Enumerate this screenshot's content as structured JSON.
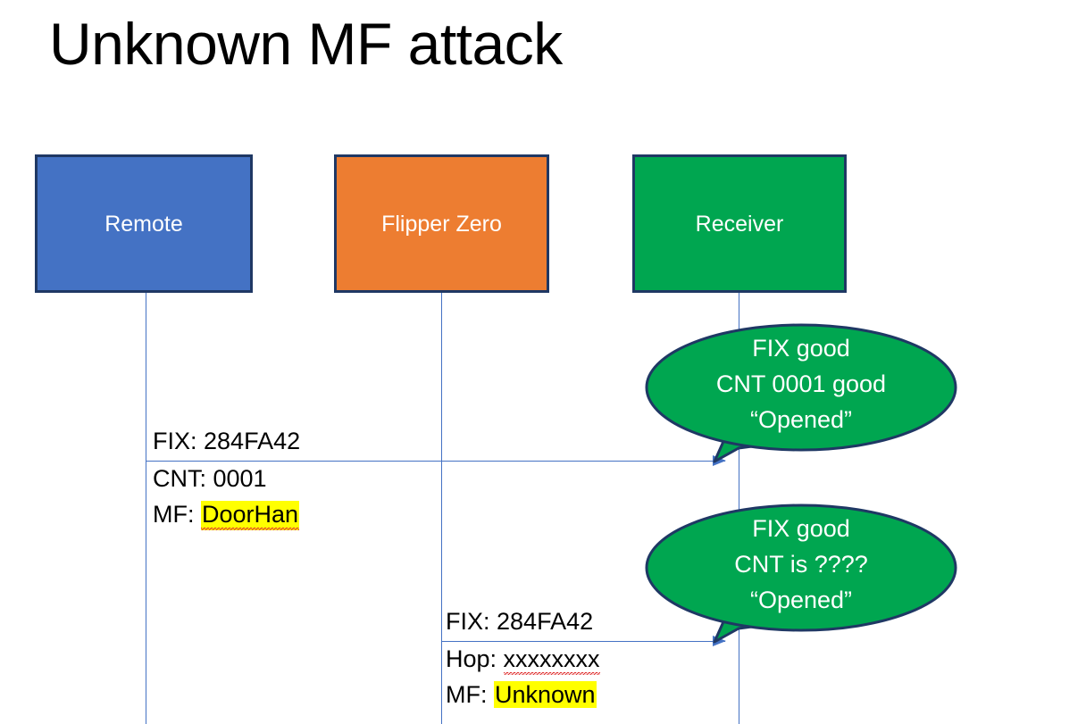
{
  "slide": {
    "title": "Unknown MF attack"
  },
  "colors": {
    "remote": "#4472C4",
    "flipper": "#ED7D31",
    "receiver": "#00A650",
    "box_border": "#1F3864",
    "lifeline": "#4472C4",
    "highlight": "#FFFF00",
    "callout_fill": "#00A650",
    "callout_border": "#1F3864",
    "text": "#000000",
    "box_text": "#FFFFFF"
  },
  "actors": [
    {
      "id": "remote",
      "label": "Remote"
    },
    {
      "id": "flipper",
      "label": "Flipper Zero"
    },
    {
      "id": "receiver",
      "label": "Receiver"
    }
  ],
  "messages": [
    {
      "id": "msg-1",
      "from": "remote",
      "to": "receiver",
      "lines": [
        {
          "label": "FIX: ",
          "value": "284FA42",
          "highlight": false,
          "spellerror": false
        },
        {
          "label": "CNT: ",
          "value": "0001",
          "highlight": false,
          "spellerror": false
        },
        {
          "label": "MF: ",
          "value": "DoorHan",
          "highlight": true,
          "spellerror": true
        }
      ]
    },
    {
      "id": "msg-2",
      "from": "flipper",
      "to": "receiver",
      "lines": [
        {
          "label": "FIX: ",
          "value": "284FA42",
          "highlight": false,
          "spellerror": false
        },
        {
          "label": "Hop: ",
          "value": "xxxxxxxx",
          "highlight": false,
          "spellerror": true
        },
        {
          "label": "MF: ",
          "value": "Unknown",
          "highlight": true,
          "spellerror": false
        }
      ]
    }
  ],
  "callouts": [
    {
      "id": "callout-1",
      "lines": [
        "FIX good",
        "CNT 0001 good",
        "“Opened”"
      ]
    },
    {
      "id": "callout-2",
      "lines": [
        "FIX good",
        "CNT is ????",
        "“Opened”"
      ]
    }
  ]
}
